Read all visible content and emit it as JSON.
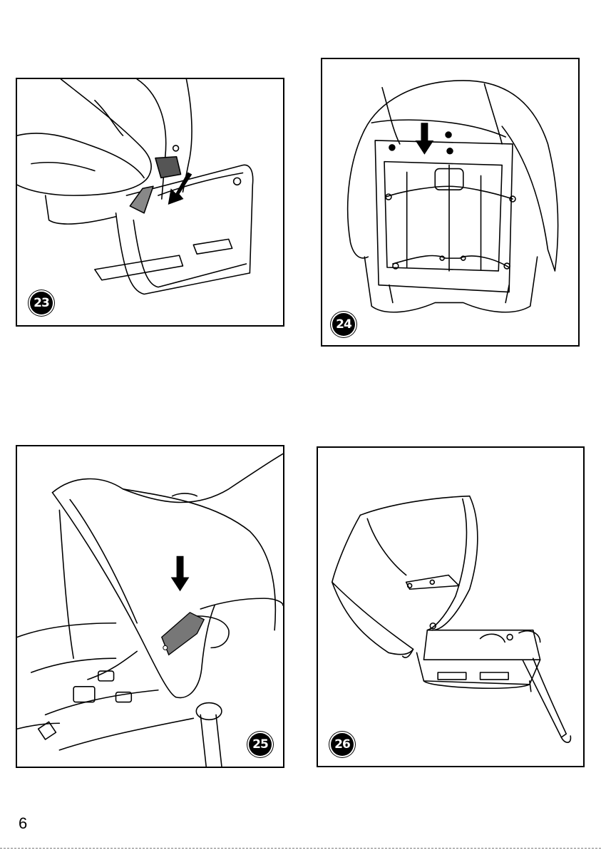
{
  "figures": [
    {
      "id": "23",
      "label": "23"
    },
    {
      "id": "24",
      "label": "24"
    },
    {
      "id": "25",
      "label": "25"
    },
    {
      "id": "26",
      "label": "26"
    }
  ],
  "page_number": "6"
}
